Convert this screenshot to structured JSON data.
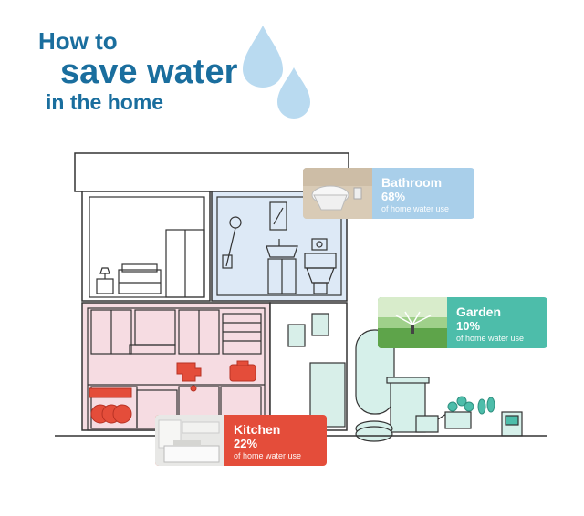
{
  "title": {
    "line1": "How to",
    "line2": "save water",
    "line3": "in the home"
  },
  "colors": {
    "title": "#1a6e9e",
    "bathroom": "#a9cfea",
    "garden": "#4dbdaa",
    "kitchen": "#e44d3a",
    "drop": "#b9daf0"
  },
  "cards": {
    "bathroom": {
      "name": "Bathroom",
      "percent": "68%",
      "note": "of home water use",
      "icon": "toilet-photo"
    },
    "garden": {
      "name": "Garden",
      "percent": "10%",
      "note": "of home water use",
      "icon": "sprinkler-photo"
    },
    "kitchen": {
      "name": "Kitchen",
      "percent": "22%",
      "note": "of home water use",
      "icon": "kitchen-photo"
    }
  }
}
